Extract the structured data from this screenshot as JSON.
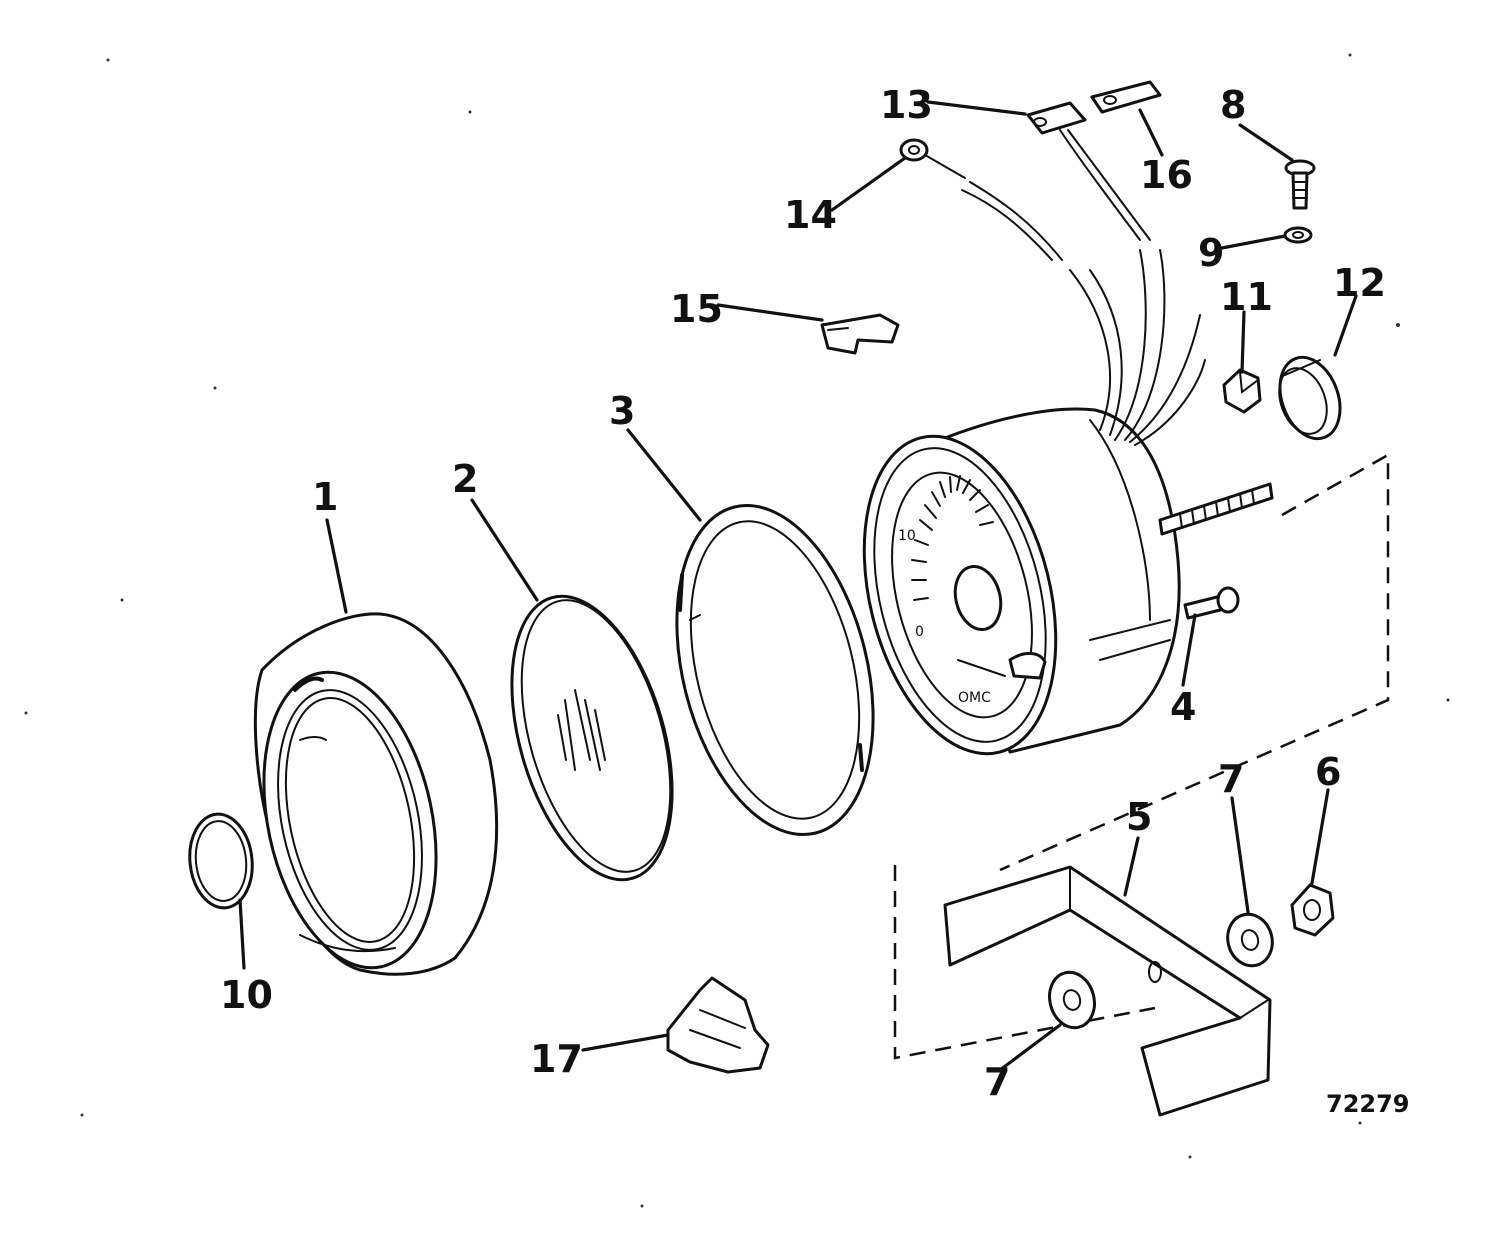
{
  "callouts": {
    "c1": "1",
    "c2": "2",
    "c3": "3",
    "c4": "4",
    "c5": "5",
    "c6": "6",
    "c7a": "7",
    "c7b": "7",
    "c8": "8",
    "c9": "9",
    "c10": "10",
    "c11": "11",
    "c12": "12",
    "c13": "13",
    "c14": "14",
    "c15": "15",
    "c16": "16",
    "c17": "17"
  },
  "dial": {
    "tick_10": "10",
    "tick_0": "0",
    "brand": "OMC"
  },
  "reference_number": "72279"
}
